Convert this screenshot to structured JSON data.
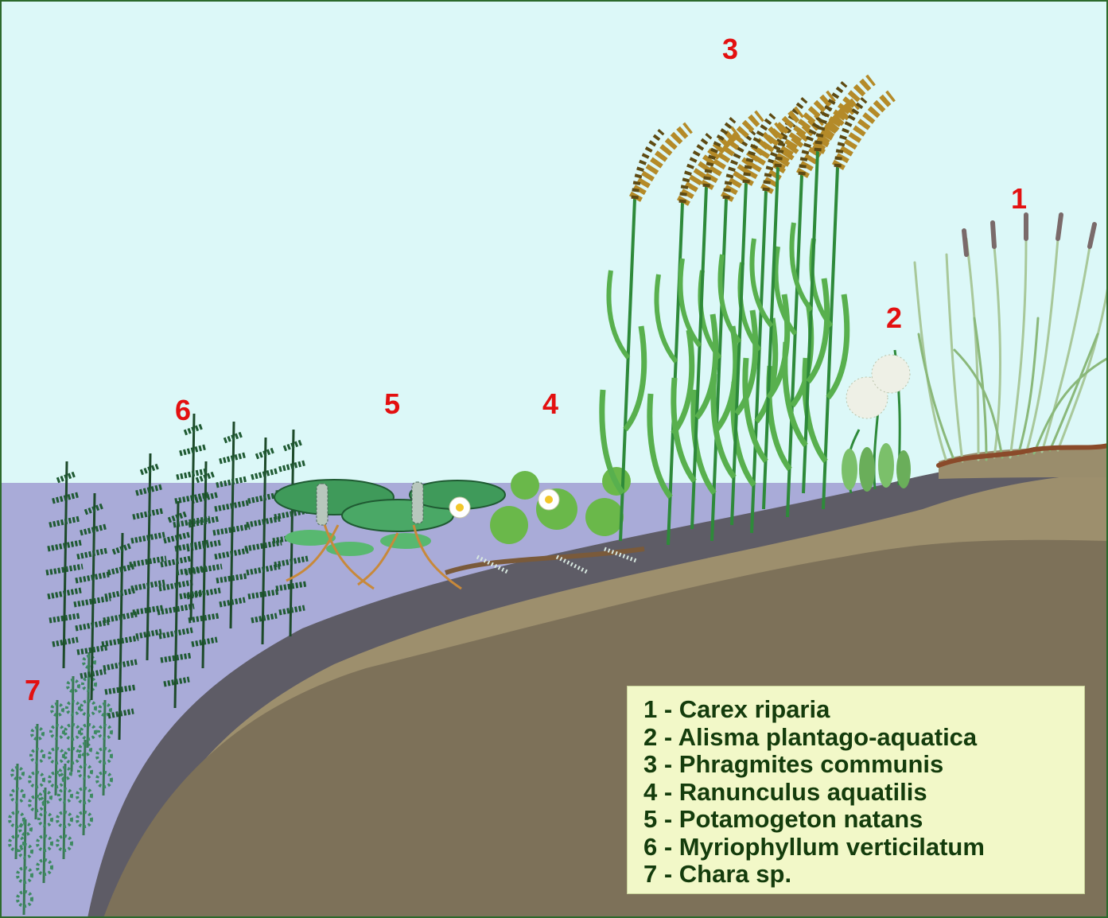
{
  "zone_labels": [
    "1",
    "2",
    "3",
    "4",
    "5",
    "6",
    "7"
  ],
  "legend": {
    "items": [
      "1 - Carex riparia",
      "2 - Alisma plantago-aquatica",
      "3 - Phragmites communis",
      "4 - Ranunculus aquatilis",
      "5 - Potamogeton natans",
      "6 - Myriophyllum verticilatum",
      "7 - Chara sp."
    ]
  },
  "colors": {
    "sky": "#dcf8f8",
    "water": "#a9abd8",
    "soil_band": "#5e5c66",
    "soil_upper": "#9d8f6d",
    "soil_main": "#7d7159",
    "label_red": "#e31010",
    "legend_bg": "#f2f8c8",
    "legend_text": "#143c0c",
    "frame": "#2c6a2c"
  }
}
